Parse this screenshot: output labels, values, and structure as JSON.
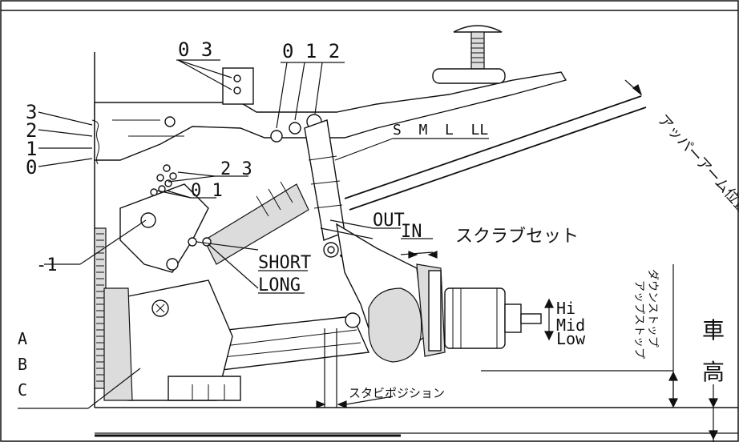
{
  "labels": {
    "top_03": "0 3",
    "top_012": "0 1 2",
    "left_3": "3",
    "left_2": "2",
    "left_1": "1",
    "left_0": "0",
    "mid_23": "2 3",
    "mid_01": "0 1",
    "minus1": "-1",
    "short": "SHORT",
    "long": "LONG",
    "sizes": "S  M  L  LL",
    "out": "OUT",
    "in": "IN",
    "scrub": "スクラブセット",
    "upper_arm": "アッパーアーム位置",
    "down_stop": "ダウンストップ",
    "up_stop": "アップストップ",
    "hi": "Hi",
    "mid": "Mid",
    "low": "Low",
    "sha": "車",
    "ko": "高",
    "stabi": "スタビポジション",
    "a": "A",
    "b": "B",
    "c": "C"
  }
}
